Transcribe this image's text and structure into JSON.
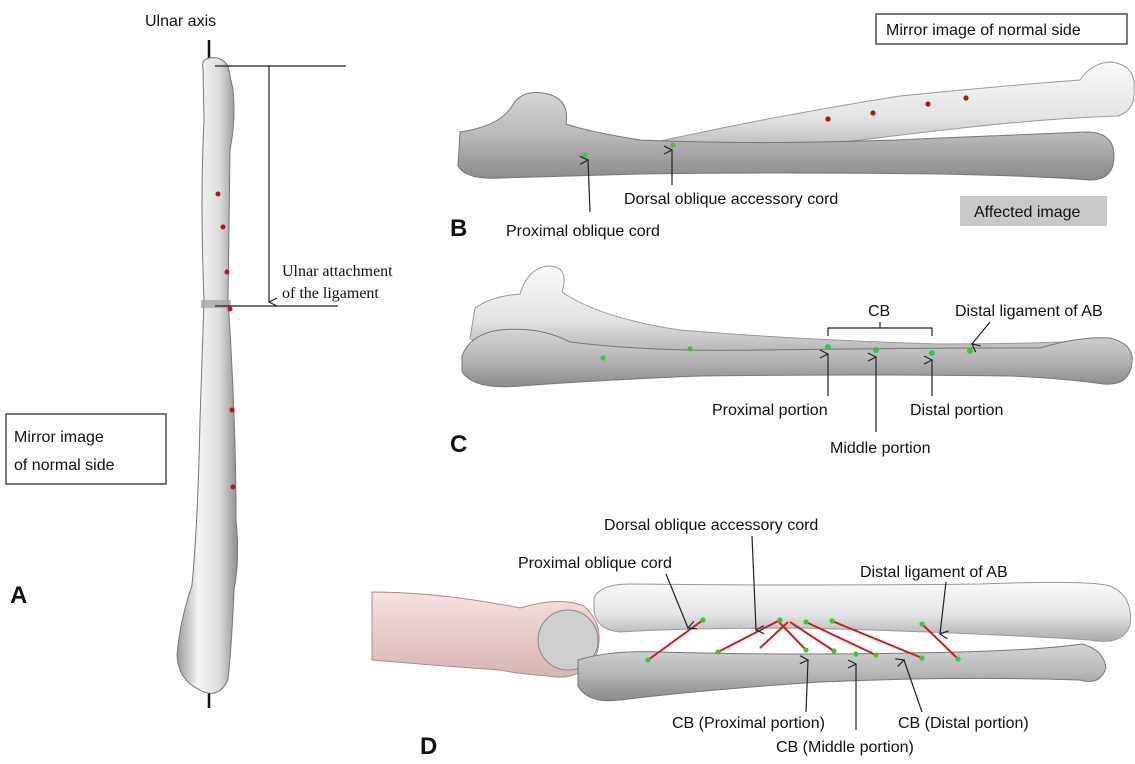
{
  "panels": {
    "a": {
      "letter": "A",
      "axis_label": "Ulnar axis",
      "attachment_label_line1": "Ulnar attachment",
      "attachment_label_line2": "of the ligament",
      "mirror_label_line1": "Mirror image",
      "mirror_label_line2": "of normal side"
    },
    "b": {
      "letter": "B",
      "mirror_label": "Mirror image of normal side",
      "affected_label": "Affected image",
      "dorsal_cord_label": "Dorsal oblique accessory cord",
      "proximal_cord_label": "Proximal oblique cord"
    },
    "c": {
      "letter": "C",
      "cb_label": "CB",
      "distal_ligament_label": "Distal ligament of AB",
      "proximal_portion_label": "Proximal portion",
      "middle_portion_label": "Middle portion",
      "distal_portion_label": "Distal portion"
    },
    "d": {
      "letter": "D",
      "dorsal_cord_label": "Dorsal oblique accessory cord",
      "proximal_cord_label": "Proximal oblique cord",
      "distal_ligament_label": "Distal ligament of AB",
      "cb_proximal_label": "CB (Proximal portion)",
      "cb_middle_label": "CB (Middle portion)",
      "cb_distal_label": "CB (Distal portion)"
    }
  },
  "colors": {
    "bone_light": "#eeeeee",
    "bone_gray": "#b9b9b9",
    "humerus_pink": "#f1d6d6",
    "marker_red": "#b3151a",
    "marker_green": "#3cc43c",
    "ligament_red": "#c62020",
    "affected_box": "#c8c8c8"
  }
}
